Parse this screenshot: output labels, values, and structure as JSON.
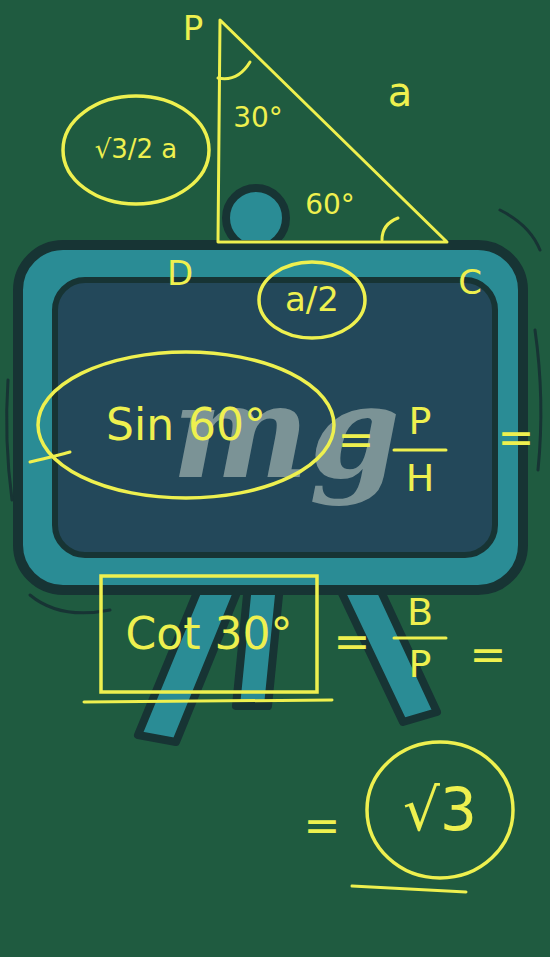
{
  "diagram": {
    "nodes": [
      {
        "text": [
          "√3/2 a"
        ]
      },
      {
        "text": [
          "a/2"
        ]
      },
      {
        "text": [
          "Sin 60°"
        ]
      },
      {
        "text": [
          "Cot 30°"
        ]
      },
      {
        "text": [
          "√3"
        ]
      }
    ],
    "labels": [
      "mg",
      "P",
      "a",
      "30°",
      "60°",
      "D",
      "C",
      "=",
      "P",
      "H",
      "=",
      "=",
      "B",
      "P",
      "=",
      "="
    ]
  }
}
